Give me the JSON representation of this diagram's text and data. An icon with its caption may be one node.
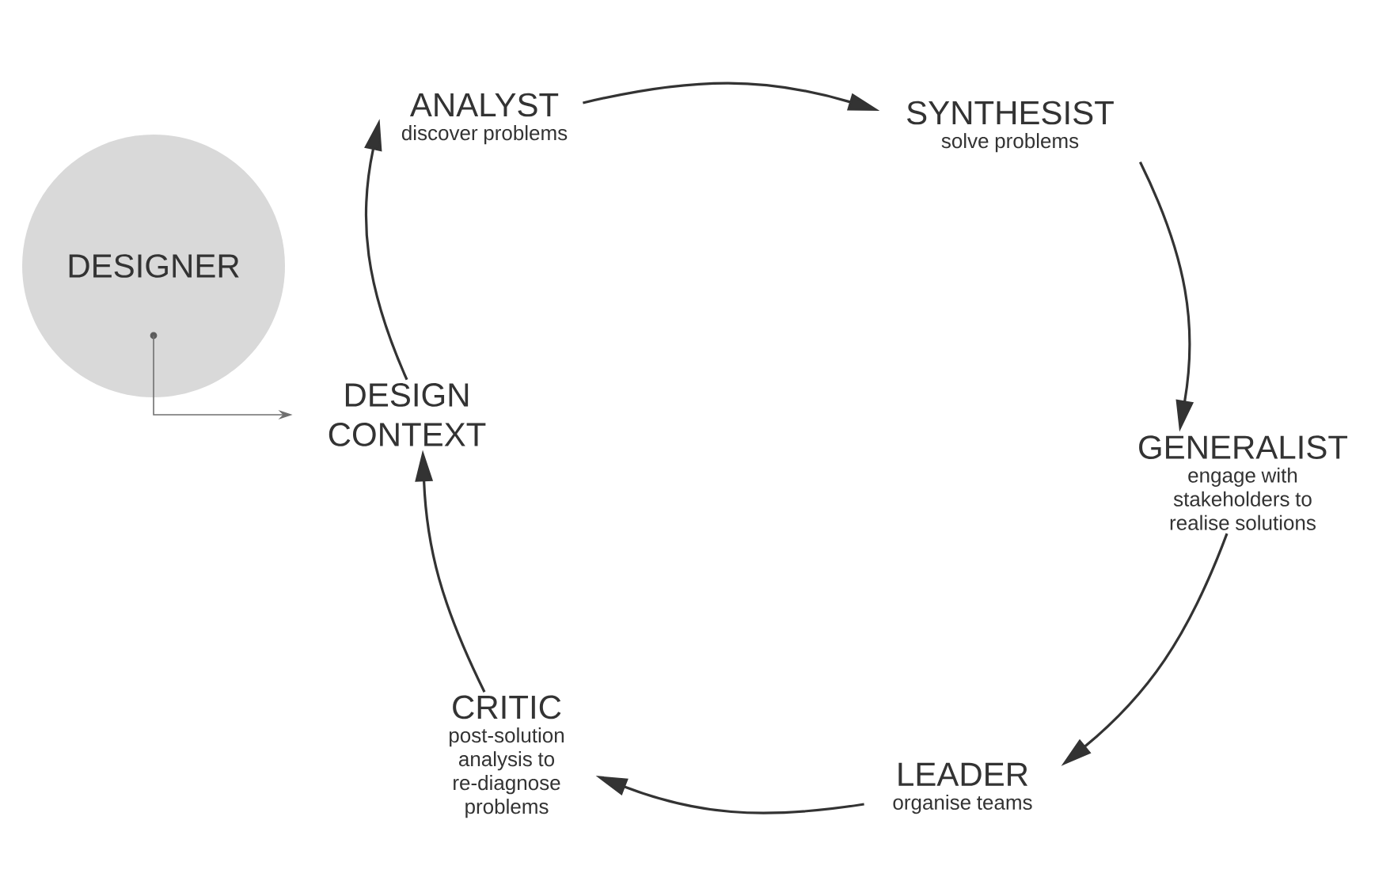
{
  "diagram": {
    "nodes": [
      {
        "text": [
          "DESIGNER"
        ]
      },
      {
        "text": [
          "DESIGN CONTEXT"
        ]
      },
      {
        "text": [
          "ANALYST",
          "discover problems"
        ]
      },
      {
        "text": [
          "SYNTHESIST",
          "solve problems"
        ]
      },
      {
        "text": [
          "GENERALIST",
          "engage with stakeholders to realise solutions"
        ]
      },
      {
        "text": [
          "LEADER",
          "organise teams"
        ]
      },
      {
        "text": [
          "CRITIC",
          "post-solution analysis to re-diagnose problems"
        ]
      }
    ],
    "edges": [
      {
        "from": 0,
        "to": 1,
        "arrow": "to"
      },
      {
        "from": 1,
        "to": 2,
        "arrow": "to"
      },
      {
        "from": 2,
        "to": 3,
        "arrow": "to"
      },
      {
        "from": 3,
        "to": 4,
        "arrow": "to"
      },
      {
        "from": 4,
        "to": 5,
        "arrow": "to"
      },
      {
        "from": 5,
        "to": 6,
        "arrow": "to"
      },
      {
        "from": 6,
        "to": 1,
        "arrow": "to"
      }
    ]
  }
}
